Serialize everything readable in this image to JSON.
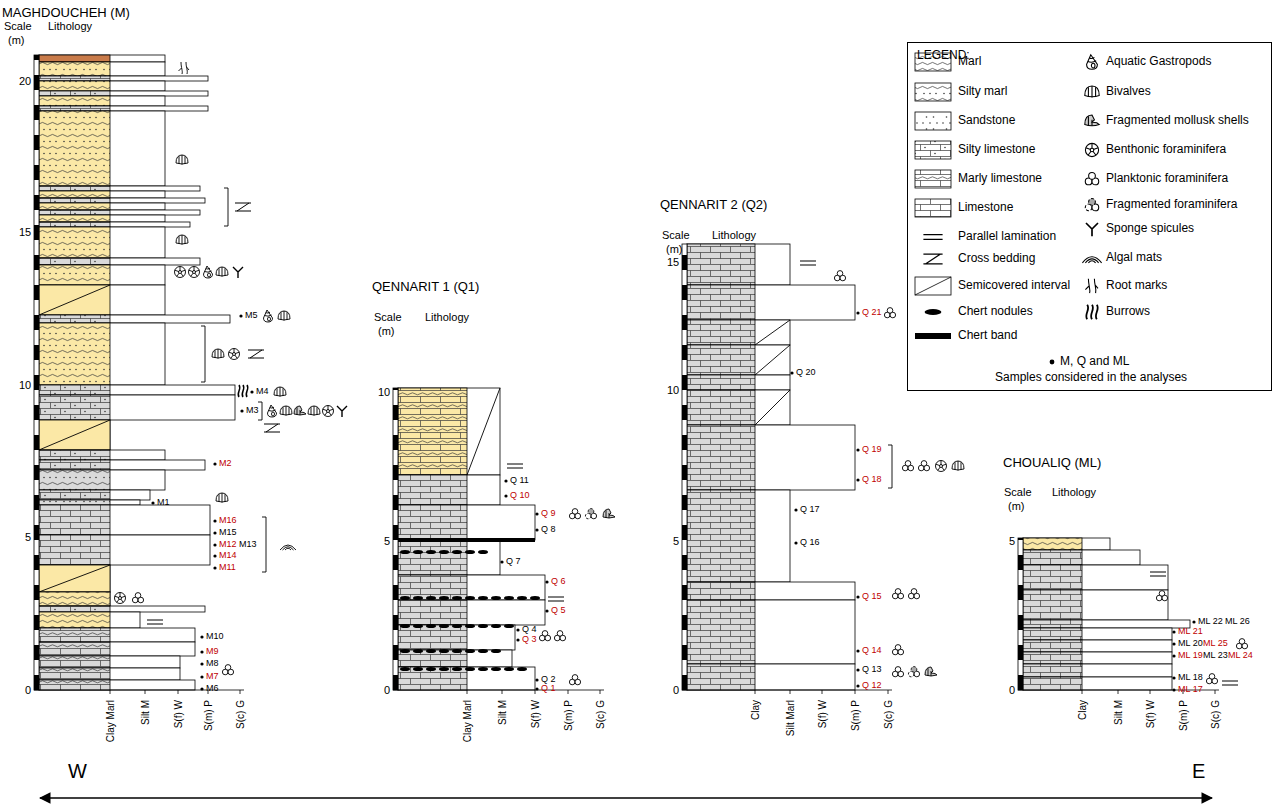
{
  "diagram": {
    "nodes": [
      {
        "text": [
          "LEGEND:"
        ]
      }
    ],
    "labels": [
      "MAGHDOUCHEH (M)",
      "Scale",
      "(m)",
      "Lithology",
      "20",
      "15",
      "10",
      "5",
      "0",
      "Clay Marl",
      "Silt M",
      "S(f) W",
      "S(m) P",
      "S(c) G",
      "M5",
      "M4",
      "M3",
      "M2",
      "M1",
      "M16",
      "M15",
      "M12",
      "M13",
      "M14",
      "M11",
      "M10",
      "M9",
      "M8",
      "M7",
      "M6",
      "QENNARIT 1 (Q1)",
      "Scale",
      "(m)",
      "Lithology",
      "10",
      "5",
      "0",
      "Clay Marl",
      "Silt M",
      "S(f) W",
      "S(m) P",
      "S(c) G",
      "Q 11",
      "Q 10",
      "Q 9",
      "Q 8",
      "Q 7",
      "Q 6",
      "Q 5",
      "Q 4",
      "Q 3",
      "Q 2",
      "Q 1",
      "QENNARIT 2 (Q2)",
      "Scale",
      "(m)",
      "Lithology",
      "15",
      "10",
      "5",
      "0",
      "Clay",
      "Silt Marl",
      "S(f) W",
      "S(m) P",
      "S(c) G",
      "Q 21",
      "Q 20",
      "Q 19",
      "Q 18",
      "Q 17",
      "Q 16",
      "Q 15",
      "Q 14",
      "Q 13",
      "Q 12",
      "CHOUALIQ (ML)",
      "Scale",
      "(m)",
      "Lithology",
      "5",
      "0",
      "Clay",
      "Silt M",
      "S(f) W",
      "S(m) P",
      "S(c) G",
      "ML 22",
      "ML 26",
      "ML 21",
      "ML 20",
      "ML 25",
      "ML 19",
      "ML 23",
      "ML 24",
      "ML 18",
      "ML 17",
      "W",
      "E"
    ],
    "legend": [
      {
        "text": "Marl"
      },
      {
        "text": "Silty marl"
      },
      {
        "text": "Sandstone"
      },
      {
        "text": "Silty limestone"
      },
      {
        "text": "Marly limestone"
      },
      {
        "text": "Limestone"
      },
      {
        "text": "Parallel lamination"
      },
      {
        "text": "Cross bedding"
      },
      {
        "text": "Semicovered interval"
      },
      {
        "text": "Chert nodules"
      },
      {
        "text": "Chert band"
      },
      {
        "text": "Aquatic Gastropods"
      },
      {
        "text": "Bivalves"
      },
      {
        "text": "Fragmented mollusk shells"
      },
      {
        "text": "Benthonic foraminifera"
      },
      {
        "text": "Planktonic foraminifera"
      },
      {
        "text": "Fragmented foraminifera"
      },
      {
        "text": "Sponge spicules"
      },
      {
        "text": "Algal mats"
      },
      {
        "text": "Root marks"
      },
      {
        "text": "Burrows"
      },
      {
        "text": "M, Q and ML"
      },
      {
        "text": "Samples considered in the analyses"
      }
    ]
  }
}
